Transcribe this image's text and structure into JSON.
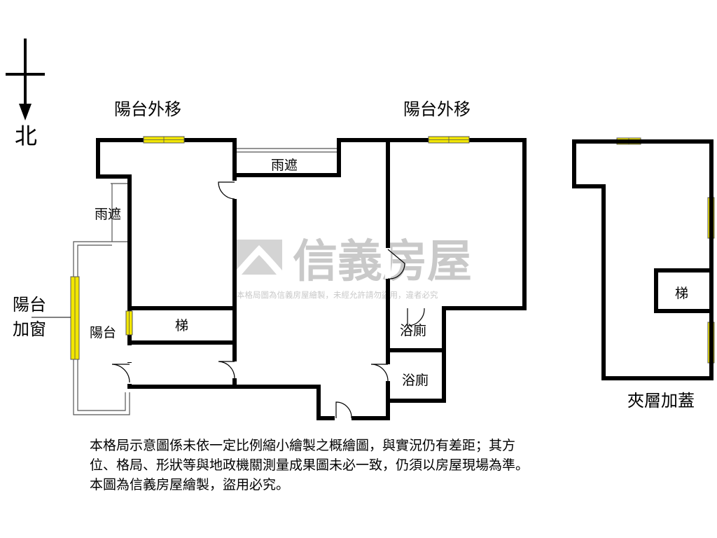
{
  "compass": {
    "north_label": "北"
  },
  "labels": {
    "balcony_relocated_left": "陽台外移",
    "balcony_relocated_right": "陽台外移",
    "rain_cover_top": "雨遮",
    "rain_cover_left": "雨遮",
    "balcony_window_line1": "陽台",
    "balcony_window_line2": "加窗",
    "balcony": "陽台",
    "stairs_main": "梯",
    "bathroom_1": "浴廁",
    "bathroom_2": "浴廁",
    "stairs_mezzanine": "梯",
    "mezzanine_addition": "夾層加蓋"
  },
  "watermark": {
    "brand": "信義房屋",
    "notice": "本格局圖為信義房屋繪製，未經允許請勿盜用，違者必究"
  },
  "disclaimer": {
    "line1": "本格局示意圖係未依一定比例縮小繪製之概繪圖，與實況仍有差距；其方",
    "line2": "位、格局、形狀等與地政機關測量成果圖未必一致，仍須以房屋現場為準。",
    "line3": "本圖為信義房屋繪製，盜用必究。"
  },
  "colors": {
    "wall": "#000000",
    "window": "#f2e600",
    "watermark": "#c9c9c9"
  }
}
